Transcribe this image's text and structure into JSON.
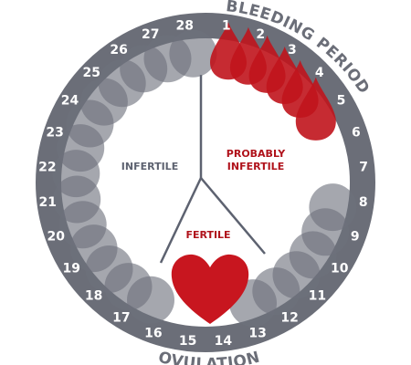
{
  "labels": {
    "bleeding_period": "BLEEDING PERIOD",
    "ovulation": "OVULATION",
    "infertile": "INFERTILE",
    "probably_infertile_line1": "PROBABLY",
    "probably_infertile_line2": "INFERTILE",
    "fertile": "FERTILE"
  },
  "days": [
    "1",
    "2",
    "3",
    "4",
    "5",
    "6",
    "7",
    "8",
    "9",
    "10",
    "11",
    "12",
    "13",
    "14",
    "15",
    "16",
    "17",
    "18",
    "19",
    "20",
    "21",
    "22",
    "23",
    "24",
    "25",
    "26",
    "27",
    "28"
  ],
  "colors": {
    "ring": "#6b6e78",
    "gray_circle": "#6d717c",
    "blood": "#c0141c",
    "heart": "#c8161f",
    "zone_gray_text": "#5d6270",
    "zone_red_text": "#b0121b"
  },
  "icons": {
    "bleeding_marker": "blood-drop-icon",
    "ovulation_marker": "heart-icon",
    "infertile_marker": "gray-circle-icon"
  }
}
